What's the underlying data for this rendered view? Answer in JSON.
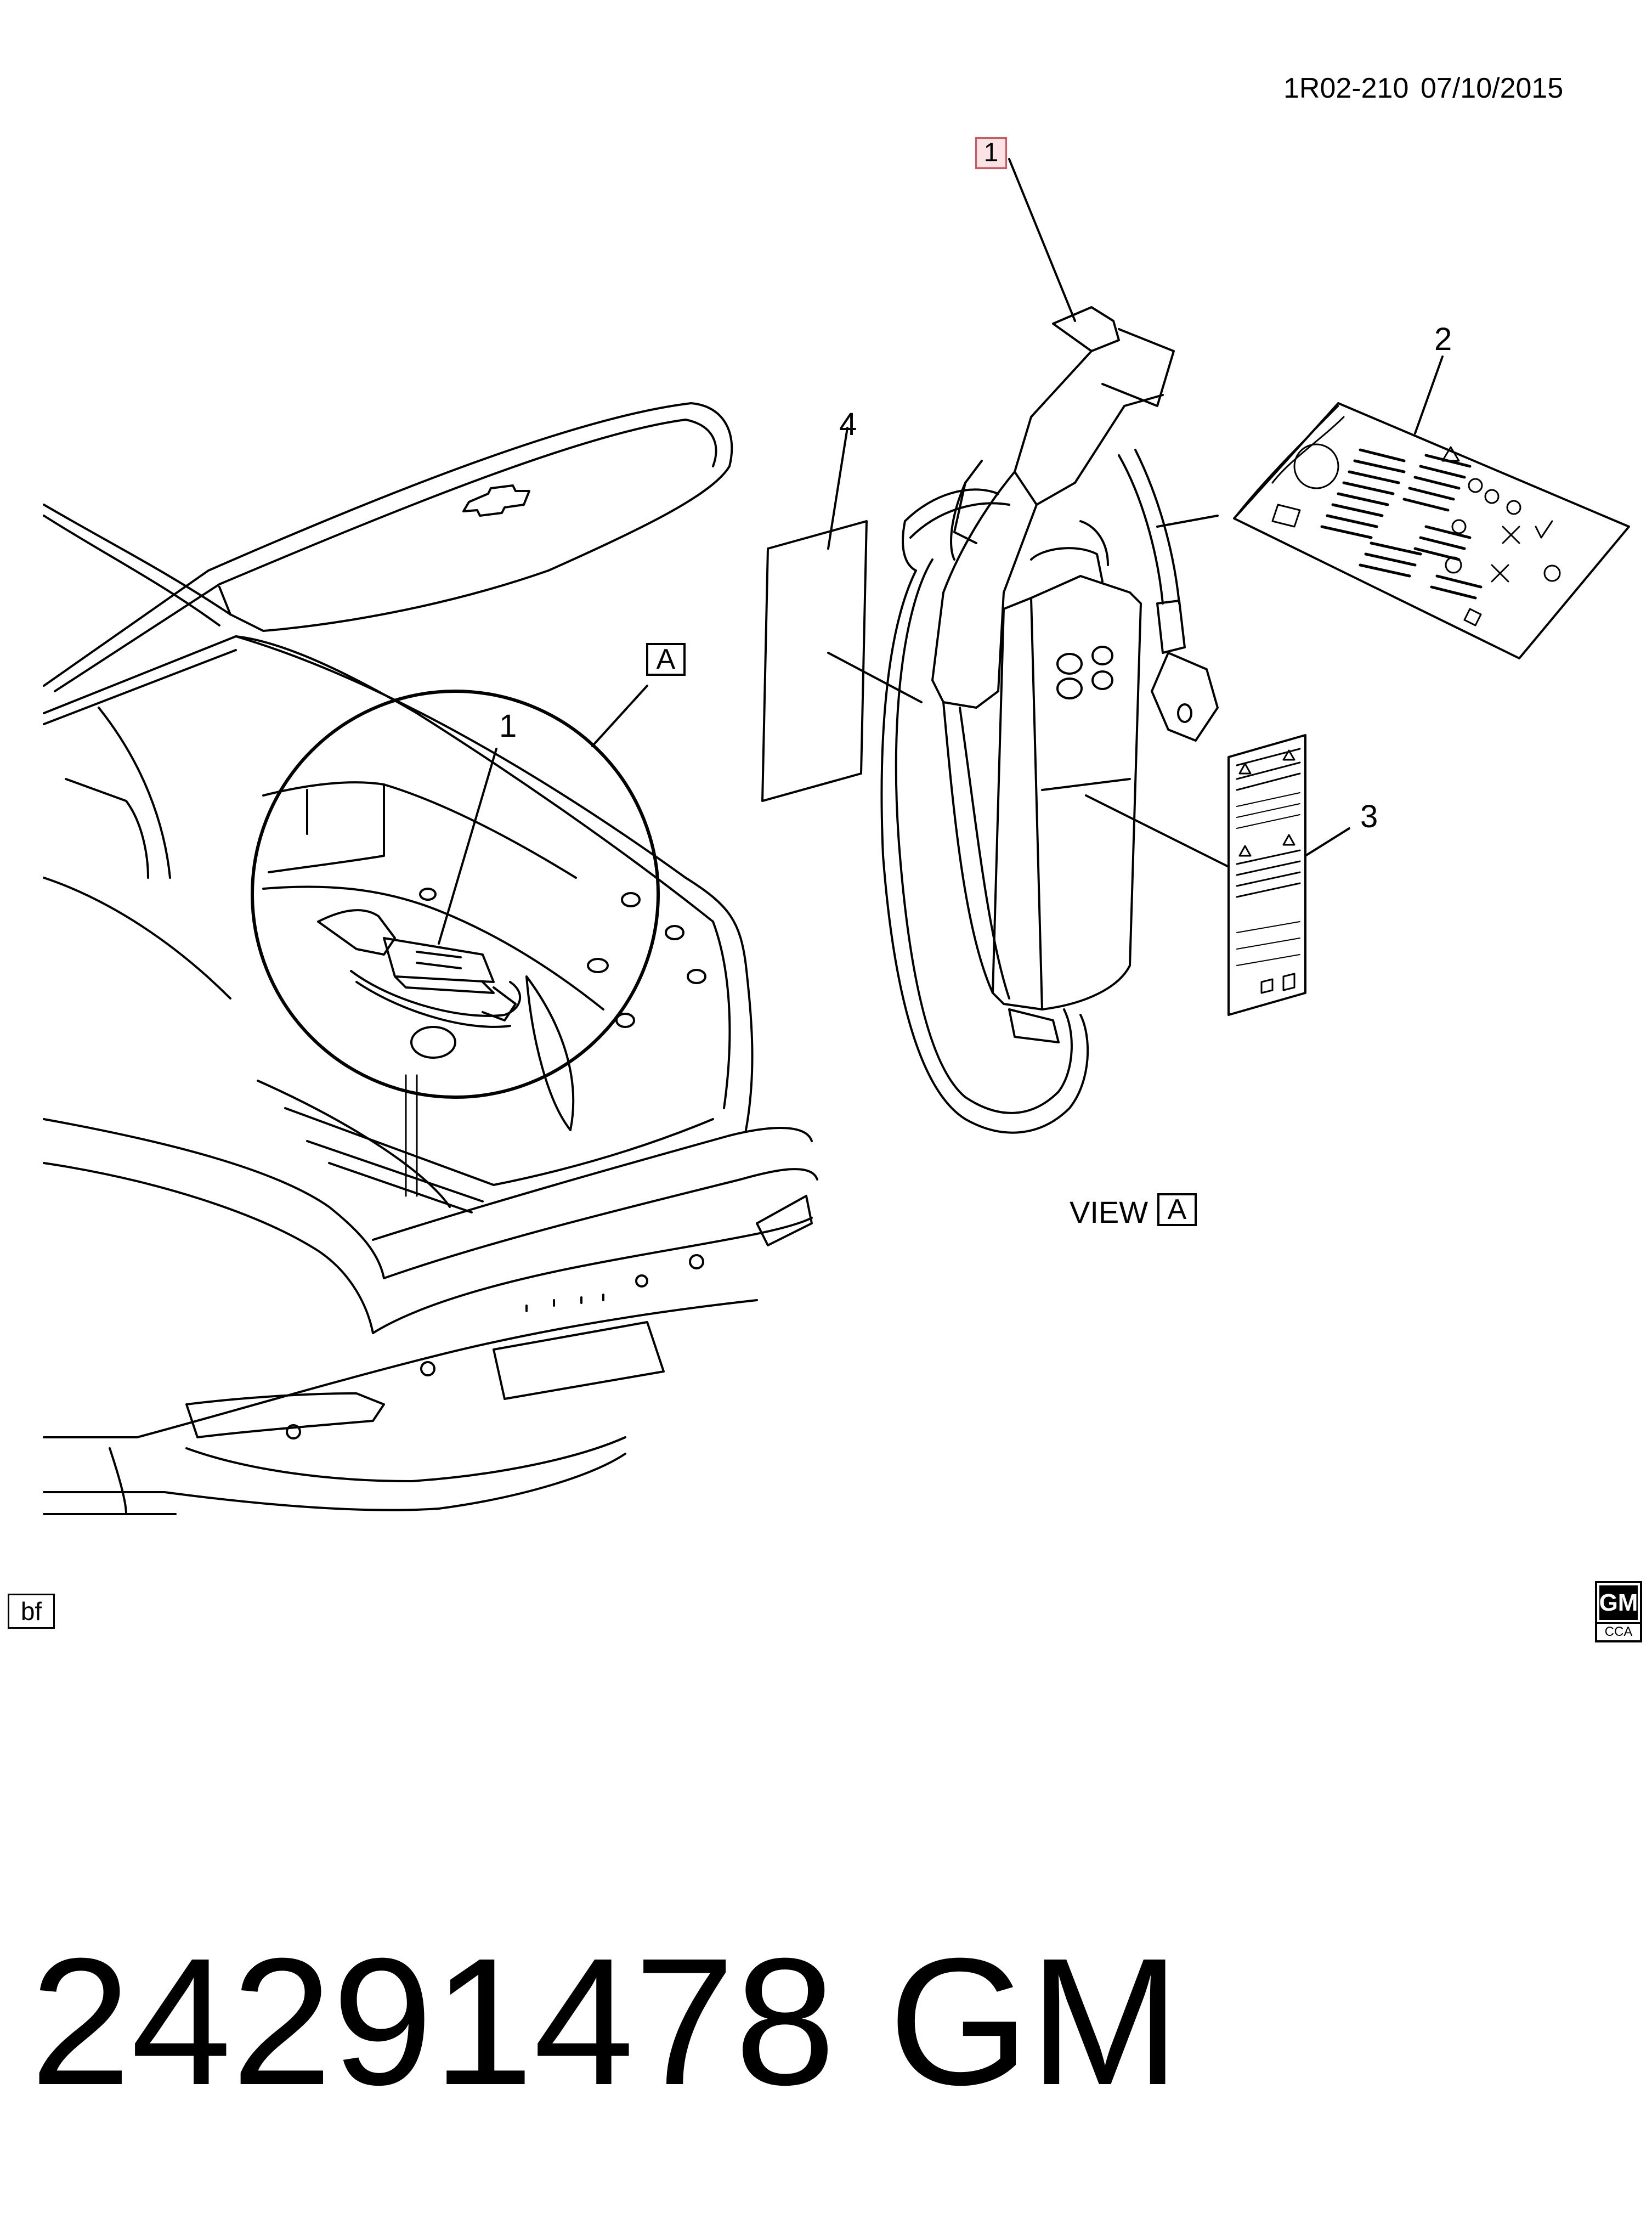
{
  "header": {
    "code": "1R02-210",
    "date": "07/10/2015"
  },
  "callouts": {
    "item_1_highlight": "1",
    "item_1_inset": "1",
    "item_2": "2",
    "item_3": "3",
    "item_4": "4",
    "view_ref": "A"
  },
  "view_label": {
    "text": "VIEW",
    "ref": "A"
  },
  "footer": {
    "left_tag": "bf",
    "logo_top": "GM",
    "logo_bottom": "CCA"
  },
  "part": {
    "number": "24291478",
    "brand": "GM"
  },
  "colors": {
    "line": "#000000",
    "highlight_border": "#e0505a",
    "highlight_fill": "#fbe3e5",
    "background": "#ffffff"
  },
  "icons": [
    "gm-logo-icon",
    "chevrolet-bowtie-icon",
    "warning-triangle-icon"
  ]
}
